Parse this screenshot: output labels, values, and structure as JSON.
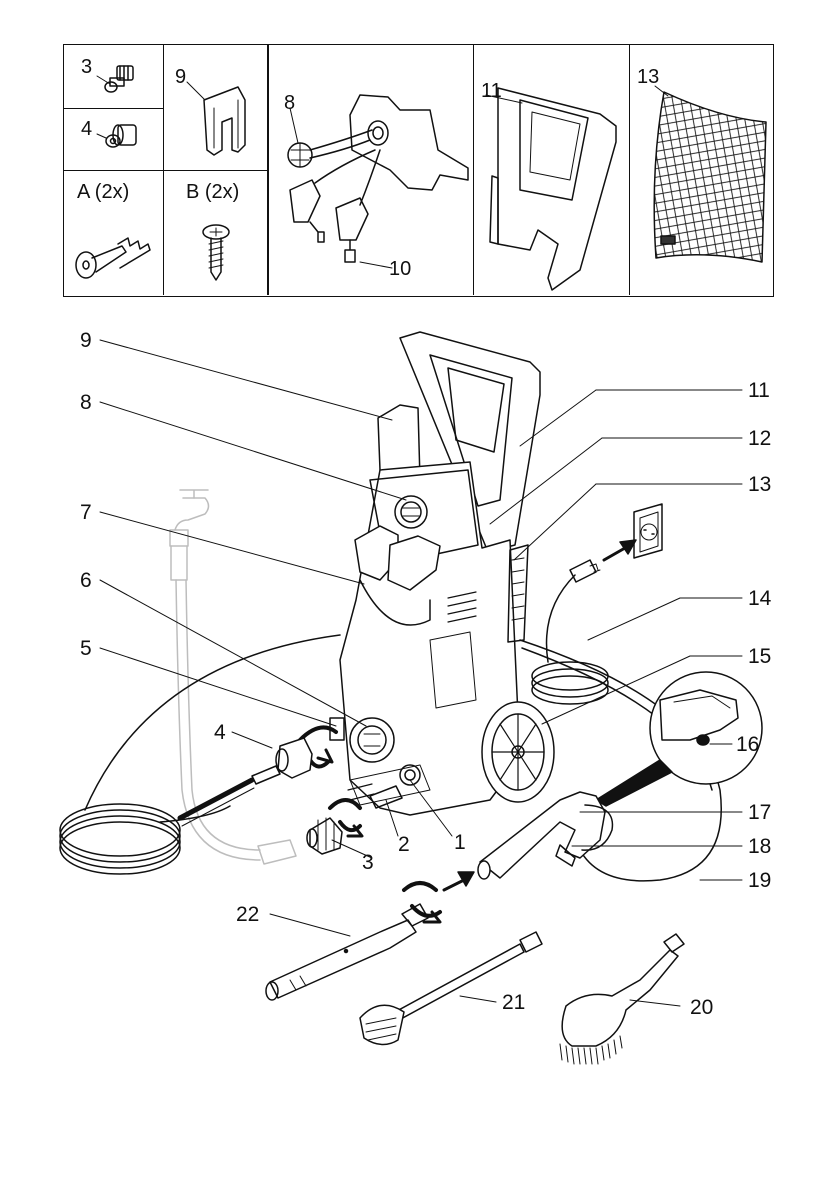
{
  "parts_table": {
    "cells": [
      {
        "id": "cell-3",
        "label": "3"
      },
      {
        "id": "cell-4",
        "label": "4"
      },
      {
        "id": "cell-9",
        "label": "9"
      },
      {
        "id": "cell-A",
        "label": "A (2x)"
      },
      {
        "id": "cell-B",
        "label": "B (2x)"
      },
      {
        "id": "cell-8-10",
        "labels": [
          "8",
          "10"
        ]
      },
      {
        "id": "cell-11",
        "label": "11"
      },
      {
        "id": "cell-13",
        "label": "13"
      }
    ]
  },
  "callouts": {
    "c1": "1",
    "c2": "2",
    "c3": "3",
    "c4": "4",
    "c5": "5",
    "c6": "6",
    "c7": "7",
    "c8": "8",
    "c9": "9",
    "c11": "11",
    "c12": "12",
    "c13": "13",
    "c14": "14",
    "c15": "15",
    "c16": "16",
    "c17": "17",
    "c18": "18",
    "c19": "19",
    "c20": "20",
    "c21": "21",
    "c22": "22"
  },
  "colors": {
    "line": "#111111",
    "ghost": "#bdbdbd",
    "paper": "#ffffff",
    "fill_light": "#f2f2f2"
  }
}
